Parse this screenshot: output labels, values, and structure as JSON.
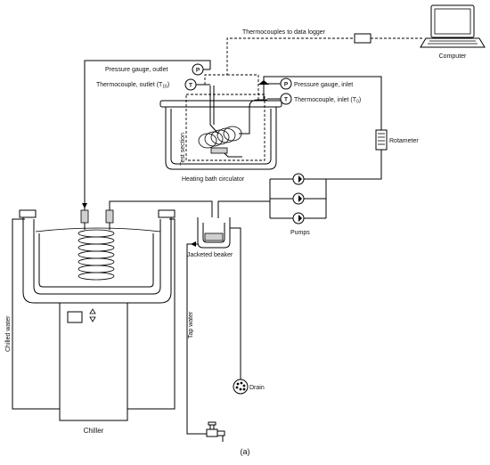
{
  "labels": {
    "thermocouples_to_logger": "Thermocouples to data logger",
    "computer": "Computer",
    "pressure_outlet": "Pressure gauge, outlet",
    "thermo_outlet_prefix": "Thermocouple, outlet (T",
    "thermo_outlet_sub": "16",
    "thermo_outlet_suffix": ")",
    "pressure_inlet": "Pressure gauge, inlet",
    "thermo_inlet_prefix": "Thermocouple, inlet (T",
    "thermo_inlet_sub": "0",
    "thermo_inlet_suffix": ")",
    "test_section": "Test section",
    "heating_bath": "Heating bath circulator",
    "rotameter": "Rotameter",
    "pumps": "Pumps",
    "jacketed_beaker": "Jacketed beaker",
    "chilled_water": "Chilled water",
    "tap_water": "Tap water",
    "drain": "Drain",
    "chiller": "Chiller",
    "caption": "(a)",
    "gauge_symbol": "P",
    "thermo_symbol": "T"
  },
  "colors": {
    "line": "#000000",
    "fill_gray": "#d0d0d0",
    "background": "#ffffff"
  }
}
